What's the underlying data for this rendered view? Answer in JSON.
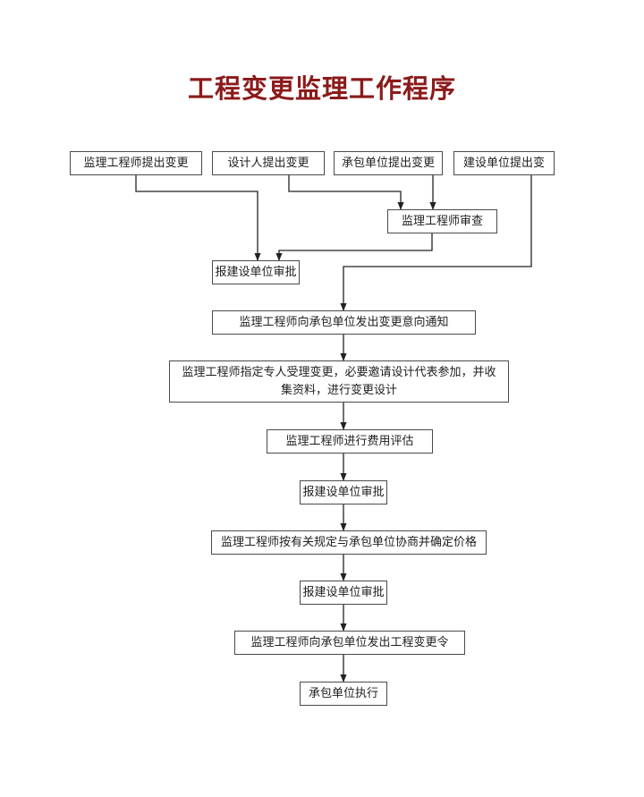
{
  "title": "工程变更监理工作程序",
  "colors": {
    "title": "#8b1a1a",
    "line": "#222222",
    "border": "#4a4a4a"
  },
  "nodes": {
    "n1": "监理工程师提出变更",
    "n2": "设计人提出变更",
    "n3": "承包单位提出变更",
    "n4": "建设单位提出变",
    "n5": "监理工程师审查",
    "n6": "报建设单位审批",
    "n7": "监理工程师向承包单位发出变更意向通知",
    "n8": "监理工程师指定专人受理变更，必要邀请设计代表参加，并收集资料，进行变更设计",
    "n9": "监理工程师进行费用评估",
    "n10": "报建设单位审批",
    "n11": "监理工程师按有关规定与承包单位协商并确定价格",
    "n12": "报建设单位审批",
    "n13": "监理工程师向承包单位发出工程变更令",
    "n14": "承包单位执行"
  }
}
